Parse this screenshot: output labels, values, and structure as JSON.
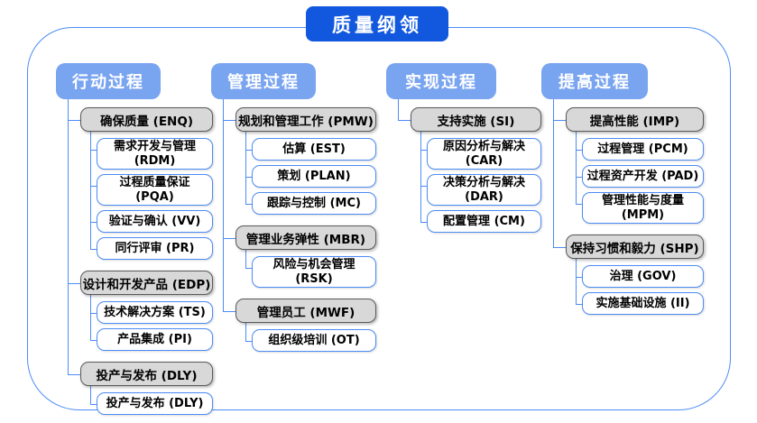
{
  "title": "质量纲领",
  "colors": {
    "title_bg": "#1158df",
    "header_bg": "#79a4f0",
    "group_fill": "#d8d8d8",
    "group_border": "#5a5a5a",
    "connector_line": "#4d8cf5",
    "child_border": "#4d8cf5",
    "frame_border": "#4d8cf5"
  },
  "columns": [
    {
      "header": "行动过程",
      "groups": [
        {
          "label": "确保质量 (ENQ)",
          "children": [
            "需求开发与管理 (RDM)",
            "过程质量保证 (PQA)",
            "验证与确认 (VV)",
            "同行评审 (PR)"
          ]
        },
        {
          "label": "设计和开发产品 (EDP)",
          "children": [
            "技术解决方案 (TS)",
            "产品集成 (PI)"
          ]
        },
        {
          "label": "投产与发布 (DLY)",
          "children": [
            "投产与发布 (DLY)"
          ]
        }
      ]
    },
    {
      "header": "管理过程",
      "groups": [
        {
          "label": "规划和管理工作 (PMW)",
          "children": [
            "估算 (EST)",
            "策划 (PLAN)",
            "跟踪与控制 (MC)"
          ]
        },
        {
          "label": "管理业务弹性 (MBR)",
          "children": [
            "风险与机会管理 (RSK)"
          ]
        },
        {
          "label": "管理员工 (MWF)",
          "children": [
            "组织级培训 (OT)"
          ]
        }
      ]
    },
    {
      "header": "实现过程",
      "groups": [
        {
          "label": "支持实施 (SI)",
          "children": [
            "原因分析与解决 (CAR)",
            "决策分析与解决 (DAR)",
            "配置管理 (CM)"
          ]
        }
      ]
    },
    {
      "header": "提高过程",
      "groups": [
        {
          "label": "提高性能 (IMP)",
          "children": [
            "过程管理 (PCM)",
            "过程资产开发 (PAD)",
            "管理性能与度量 (MPM)"
          ]
        },
        {
          "label": "保持习惯和毅力 (SHP)",
          "children": [
            "治理 (GOV)",
            "实施基础设施 (II)"
          ]
        }
      ]
    }
  ]
}
